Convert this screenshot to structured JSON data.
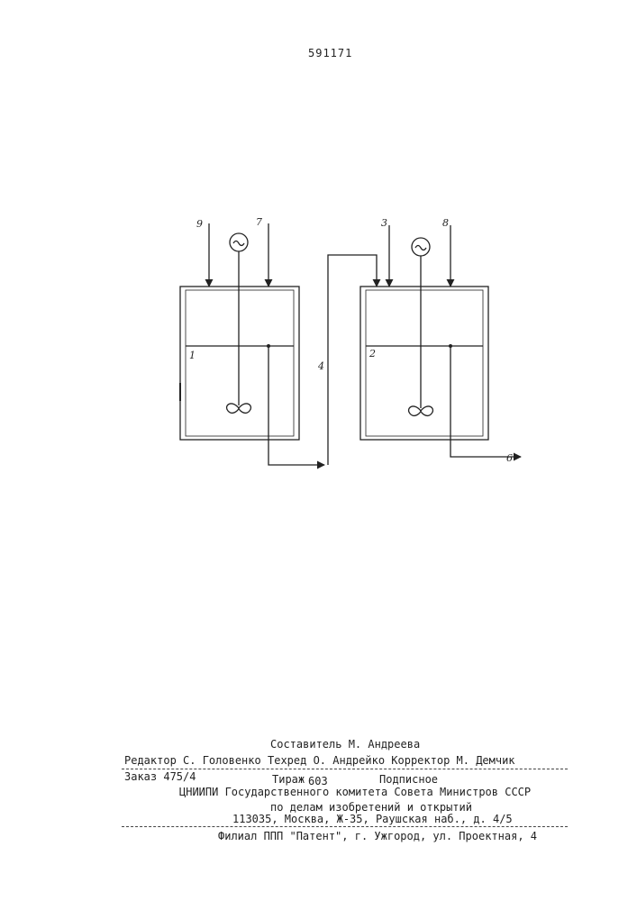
{
  "header": {
    "patent_number": "591171"
  },
  "diagram": {
    "labels": {
      "vessel_1": "1",
      "vessel_2": "2",
      "conduit_4": "4",
      "input_3": "3",
      "output_6": "6",
      "input_7": "7",
      "input_8": "8",
      "input_9": "9"
    }
  },
  "imprint": {
    "compiler": "Составитель М. Андреева",
    "editor": "Редактор С. Головенко",
    "techred_corrector": "Техред О. Андрейко Корректор М. Демчик",
    "order": "Заказ 475/4",
    "circulation_label": "Тираж",
    "circulation": "603",
    "subscription": "Подписное",
    "org_line1": "ЦНИИПИ Государственного комитета Совета Министров СССР",
    "org_line2": "по делам изобретений и открытий",
    "address": "113035, Москва, Ж-35, Раушская наб., д. 4/5",
    "branch": "Филиал ППП \"Патент\", г. Ужгород, ул. Проектная, 4"
  }
}
